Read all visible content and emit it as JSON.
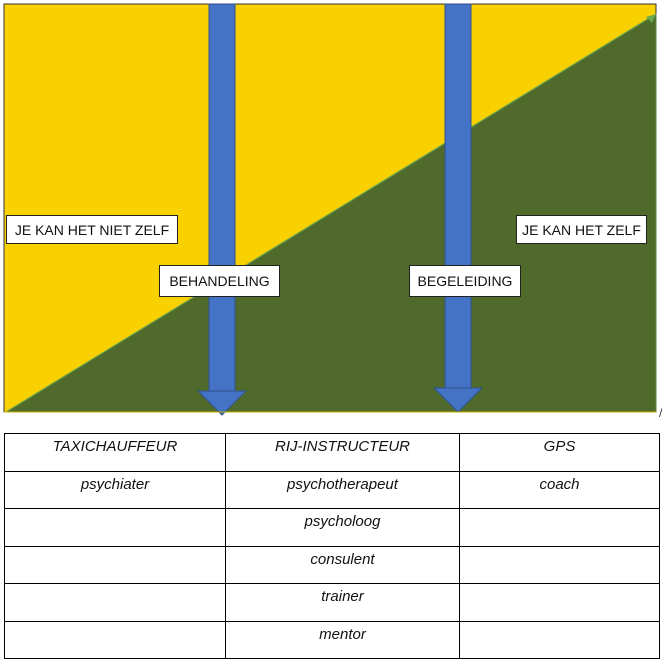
{
  "diagram": {
    "labels": {
      "left": "JE KAN HET NIET ZELF",
      "right": "JE KAN HET ZELF",
      "arrow1": "BEHANDELING",
      "arrow2": "BEGELEIDING"
    },
    "colors": {
      "background": "#f9d000",
      "triangle": "#4f6a2b",
      "arrow": "#4472c4"
    }
  },
  "table": {
    "headers": [
      "TAXICHAUFFEUR",
      "RIJ-INSTRUCTEUR",
      "GPS"
    ],
    "rows": [
      [
        "psychiater",
        "psychotherapeut",
        "coach"
      ],
      [
        "",
        "psycholoog",
        ""
      ],
      [
        "",
        "consulent",
        ""
      ],
      [
        "",
        "trainer",
        ""
      ],
      [
        "",
        "mentor",
        ""
      ]
    ]
  }
}
